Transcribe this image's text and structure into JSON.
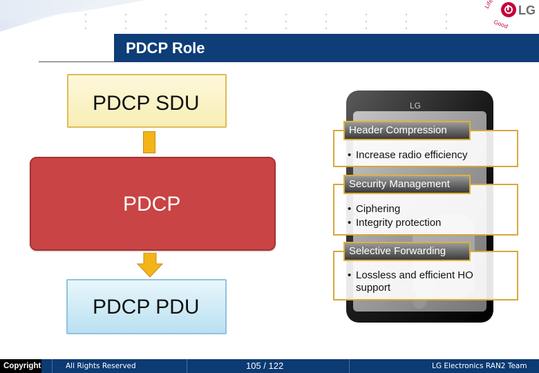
{
  "slide": {
    "title": "PDCP Role"
  },
  "logo": {
    "brand": "LG",
    "tagline": "Life's Good"
  },
  "flow": {
    "top_box": "PDCP SDU",
    "middle_box": "PDCP",
    "bottom_box": "PDCP PDU"
  },
  "phone_logo": "LG",
  "panels": [
    {
      "header": "Header Compression",
      "bullets": [
        "Increase radio efficiency"
      ]
    },
    {
      "header": "Security Management",
      "bullets": [
        "Ciphering",
        "Integrity protection"
      ]
    },
    {
      "header": "Selective Forwarding",
      "bullets": [
        "Lossless and efficient HO",
        "support"
      ]
    }
  ],
  "footer": {
    "copyright": "Copyright",
    "rights": "All Rights Reserved",
    "page": "105 / 122",
    "team": "LG Electronics RAN2 Team"
  },
  "colors": {
    "title_bar": "#0e3d78",
    "pdcp_box": "#c94444",
    "arrow": "#f2b419",
    "panel_border": "#d7a73a",
    "footer": "#0c3a72"
  }
}
